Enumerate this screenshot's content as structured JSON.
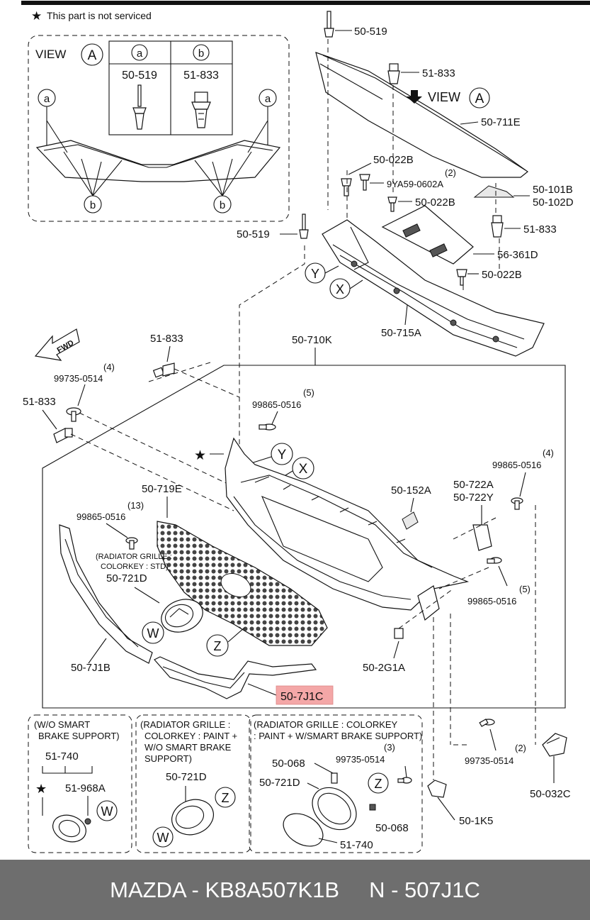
{
  "note": "This part is not serviced",
  "view_a": {
    "title": "VIEW",
    "letter": "A",
    "col_a": {
      "letter": "a",
      "part": "50-519"
    },
    "col_b": {
      "letter": "b",
      "part": "51-833"
    }
  },
  "view_arrow": {
    "text": "VIEW",
    "letter": "A"
  },
  "fwd": "FWD",
  "callouts": {
    "x": "X",
    "y": "Y",
    "z": "Z",
    "w": "W",
    "a": "a",
    "b": "b"
  },
  "star": "★",
  "parts": {
    "p1": "50-519",
    "p2": "51-833",
    "p3": "50-711E",
    "p4": "50-022B",
    "p5": "(2)",
    "p6": "9YA59-0602A",
    "p7": "50-022B",
    "p8": "50-101B",
    "p9": "50-102D",
    "p10": "50-519",
    "p11": "51-833",
    "p12": "56-361D",
    "p13": "50-022B",
    "p14": "50-715A",
    "p15": "51-833",
    "p16": "50-710K",
    "p17": "(4)",
    "p18": "99735-0514",
    "p19": "51-833",
    "p20": "(5)",
    "p21": "99865-0516",
    "p22": "(4)",
    "p23": "99865-0516",
    "p24": "50-722A",
    "p25": "50-722Y",
    "p26": "50-152A",
    "p27": "50-719E",
    "p28": "(13)",
    "p29": "99865-0516",
    "p30": "(RADIATOR GRILLE :",
    "p31": "COLORKEY : STD)",
    "p32": "50-721D",
    "p33": "(5)",
    "p34": "99865-0516",
    "p35": "50-7J1B",
    "p36": "50-2G1A",
    "p37": "50-7J1C"
  },
  "box1": {
    "line1": "(W/O SMART",
    "line2": "BRAKE SUPPORT)",
    "p1": "51-740",
    "p2": "51-968A"
  },
  "box2": {
    "line1": "(RADIATOR GRILLE :",
    "line2": "COLORKEY : PAINT +",
    "line3": "W/O SMART BRAKE",
    "line4": "SUPPORT)",
    "p1": "50-721D"
  },
  "box3": {
    "line1": "(RADIATOR GRILLE : COLORKEY",
    "line2": ": PAINT + W/SMART BRAKE SUPPORT)",
    "p1": "50-068",
    "p2": "(3)",
    "p3": "99735-0514",
    "p4": "50-721D",
    "p5": "50-068",
    "p6": "51-740"
  },
  "extra": {
    "p1": "(2)",
    "p2": "99735-0514",
    "p3": "50-1K5",
    "p4": "50-032C"
  },
  "footer": {
    "left": "MAZDA - KB8A507K1B",
    "right": "N - 507J1C"
  },
  "colors": {
    "highlight": "#f4a7a7",
    "footer_bg": "#6e6e6e"
  }
}
